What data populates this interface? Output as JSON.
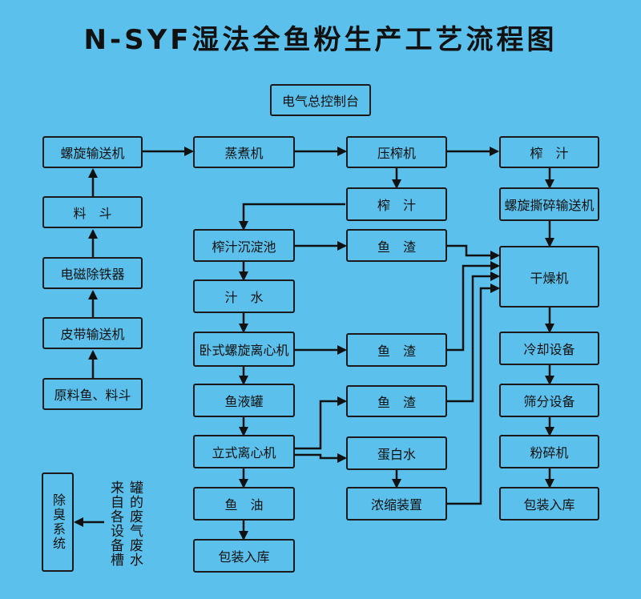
{
  "title": "N-SYF湿法全鱼粉生产工艺流程图",
  "nodes": {
    "control": "电气总控制台",
    "screw_conveyor": "螺旋输送机",
    "hopper": "料　斗",
    "magnet": "电磁除铁器",
    "belt_conveyor": "皮带输送机",
    "raw_material": "原料鱼、料斗",
    "steamer": "蒸煮机",
    "press": "压榨机",
    "press_juice_top": "榨　汁",
    "press_juice": "榨　汁",
    "settling_tank": "榨汁沉淀池",
    "fish_residue_1": "鱼　渣",
    "juice_water": "汁　水",
    "decanter": "卧式螺旋离心机",
    "fish_residue_2": "鱼　渣",
    "fish_liquid_tank": "鱼液罐",
    "fish_residue_3": "鱼　渣",
    "vertical_centrifuge": "立式离心机",
    "protein_water": "蛋白水",
    "fish_oil": "鱼　油",
    "concentrator": "浓缩装置",
    "oil_storage": "包装入库",
    "screw_crusher_conveyor": "螺旋撕碎输送机",
    "dryer": "干燥机",
    "cooler": "冷却设备",
    "sieve": "筛分设备",
    "crusher": "粉碎机",
    "meal_storage": "包装入库",
    "deodorizer": "除臭系统"
  },
  "waste_label": {
    "col1": "罐的废气废水",
    "col2": "来自各设备槽"
  }
}
